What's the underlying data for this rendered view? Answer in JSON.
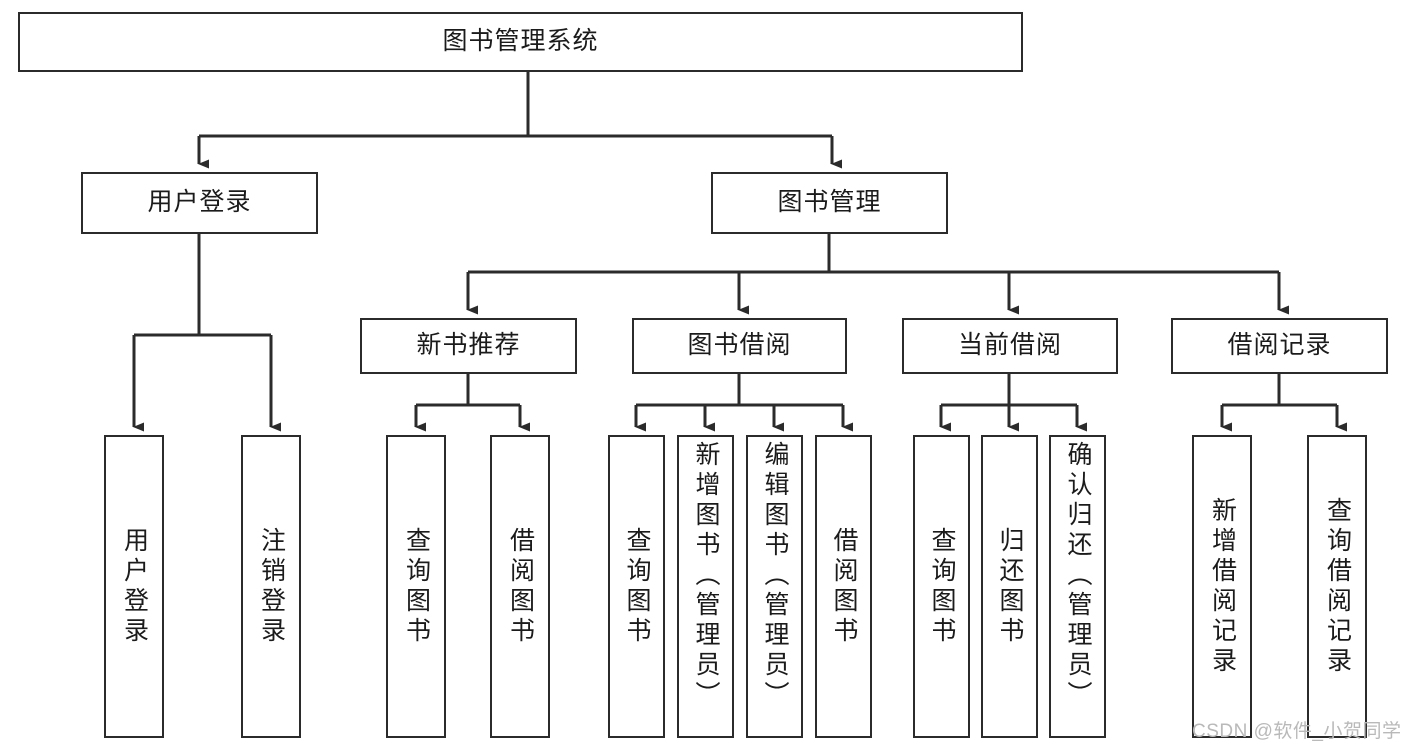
{
  "diagram": {
    "title": "图书管理系统",
    "type": "functional-structure-tree",
    "background_color": "#ffffff",
    "line_color": "#2b2b2b",
    "text_color": "#1b1b1b",
    "watermark": "CSDN @软件_小贺同学",
    "watermark_color": "#b9b9b9"
  },
  "nodes": {
    "root": {
      "label": "图书管理系统",
      "level": 1
    },
    "level2": [
      {
        "id": "user-login",
        "label": "用户登录"
      },
      {
        "id": "book-management",
        "label": "图书管理"
      }
    ],
    "level3": [
      {
        "id": "new-book-recommend",
        "label": "新书推荐"
      },
      {
        "id": "book-borrow",
        "label": "图书借阅"
      },
      {
        "id": "current-borrow",
        "label": "当前借阅"
      },
      {
        "id": "borrow-record",
        "label": "借阅记录"
      }
    ],
    "leaves": {
      "user_login": [
        {
          "id": "leaf-user-login",
          "label": "用户登录"
        },
        {
          "id": "leaf-logout",
          "label": "注销登录"
        }
      ],
      "new_book_recommend": [
        {
          "id": "leaf-query-book-1",
          "label": "查询图书"
        },
        {
          "id": "leaf-borrow-book-1",
          "label": "借阅图书"
        }
      ],
      "book_borrow": [
        {
          "id": "leaf-query-book-2",
          "label": "查询图书"
        },
        {
          "id": "leaf-add-book",
          "label": "新增图书（管理员）"
        },
        {
          "id": "leaf-edit-book",
          "label": "编辑图书（管理员）"
        },
        {
          "id": "leaf-borrow-book-2",
          "label": "借阅图书"
        }
      ],
      "current_borrow": [
        {
          "id": "leaf-query-book-3",
          "label": "查询图书"
        },
        {
          "id": "leaf-return-book",
          "label": "归还图书"
        },
        {
          "id": "leaf-confirm-return",
          "label": "确认归还（管理员）"
        }
      ],
      "borrow_record": [
        {
          "id": "leaf-add-record",
          "label": "新增借阅记录"
        },
        {
          "id": "leaf-query-record",
          "label": "查询借阅记录"
        }
      ]
    }
  }
}
